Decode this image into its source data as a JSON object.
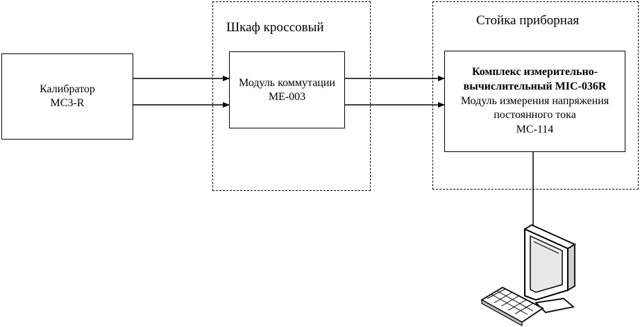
{
  "groups": {
    "cross_cabinet": {
      "title": "Шкаф кроссовый"
    },
    "instrument_rack": {
      "title": "Стойка приборная"
    }
  },
  "nodes": {
    "calibrator": {
      "line1": "Калибратор",
      "line2": "МС3-R"
    },
    "switch_module": {
      "line1": "Модуль коммутации",
      "line2": "МЕ-003"
    },
    "complex": {
      "line1": "Комплекс измерительно-",
      "line2": "вычислительный МІС-036R",
      "line3": "Модуль измерения напряжения",
      "line4": "постоянного тока",
      "line5": "МС-114"
    }
  },
  "computer": {
    "icon": "computer-icon"
  }
}
